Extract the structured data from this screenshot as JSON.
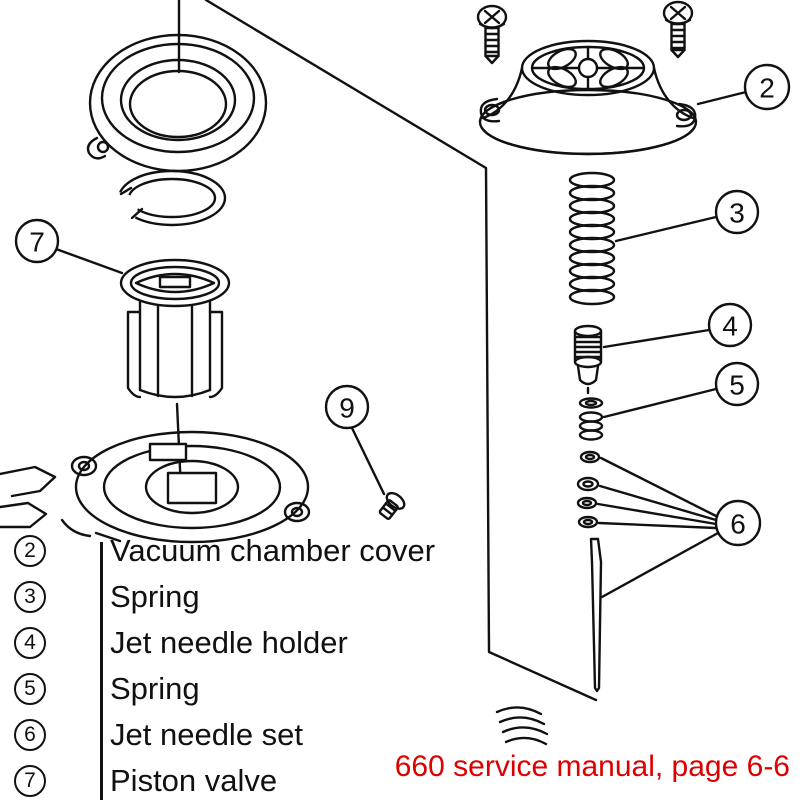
{
  "diagram": {
    "type": "exploded-parts-diagram",
    "callouts": {
      "c2": "2",
      "c3": "3",
      "c4": "4",
      "c5": "5",
      "c6": "6",
      "c7": "7",
      "c9": "9"
    }
  },
  "legend": {
    "rows": [
      {
        "num": "2",
        "label": "Vacuum chamber cover"
      },
      {
        "num": "3",
        "label": "Spring"
      },
      {
        "num": "4",
        "label": "Jet needle holder"
      },
      {
        "num": "5",
        "label": "Spring"
      },
      {
        "num": "6",
        "label": "Jet needle set"
      },
      {
        "num": "7",
        "label": "Piston valve"
      }
    ]
  },
  "footer": {
    "text": "660 service manual, page 6-6"
  },
  "colors": {
    "line": "#111111",
    "footer": "#dd0000",
    "background": "#ffffff"
  }
}
